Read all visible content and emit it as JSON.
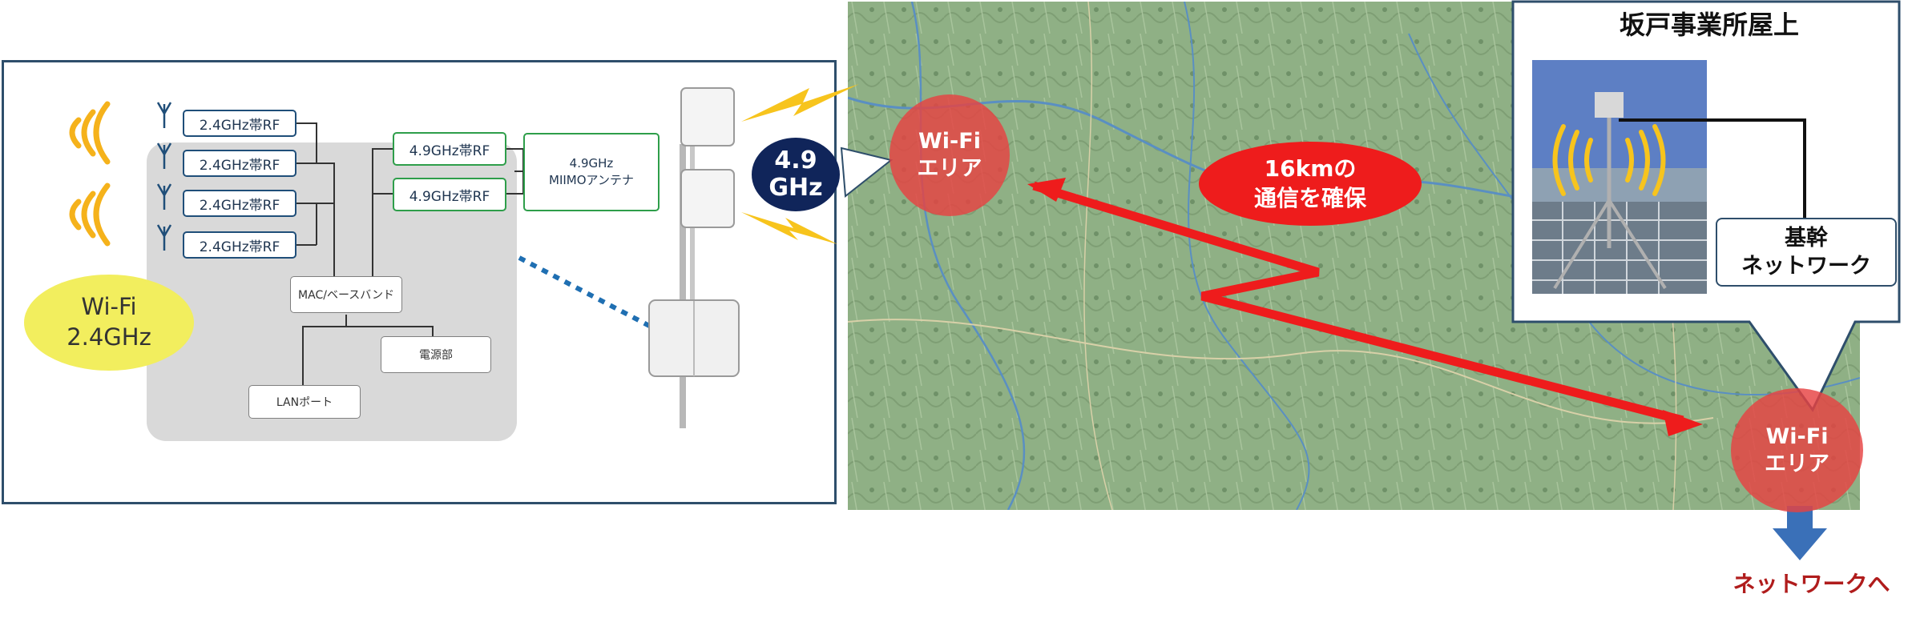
{
  "left_panel": {
    "rf_24_labels": [
      "2.4GHz帯RF",
      "2.4GHz帯RF",
      "2.4GHz帯RF",
      "2.4GHz帯RF"
    ],
    "rf_49_labels": [
      "4.9GHz帯RF",
      "4.9GHz帯RF"
    ],
    "antenna_49": {
      "line1": "4.9GHz",
      "line2": "MIIMOアンテナ"
    },
    "mac_baseband": "MAC/ベースバンド",
    "power_unit": "電源部",
    "lan_port": "LANポート",
    "wifi_24": {
      "line1": "Wi-Fi",
      "line2": "2.4GHz"
    }
  },
  "badge_49": {
    "line1": "4.9",
    "line2": "GHz"
  },
  "map": {
    "wifi_area_left": {
      "line1": "Wi-Fi",
      "line2": "エリア"
    },
    "wifi_area_right": {
      "line1": "Wi-Fi",
      "line2": "エリア"
    },
    "distance_callout": {
      "line1": "16kmの",
      "line2": "通信を確保"
    }
  },
  "rooftop": {
    "title": "坂戸事業所屋上",
    "backbone": {
      "line1": "基幹",
      "line2": "ネットワーク"
    }
  },
  "to_network": "ネットワークへ",
  "colors": {
    "wifi_area": "#e74242",
    "distance_callout": "#ee1c1c",
    "badge": "#10255a",
    "wifi_24_bubble": "#f2ee5e",
    "wave": "#f5b21b",
    "down_arrow": "#3a70b8",
    "to_network_text": "#b01c1c"
  }
}
